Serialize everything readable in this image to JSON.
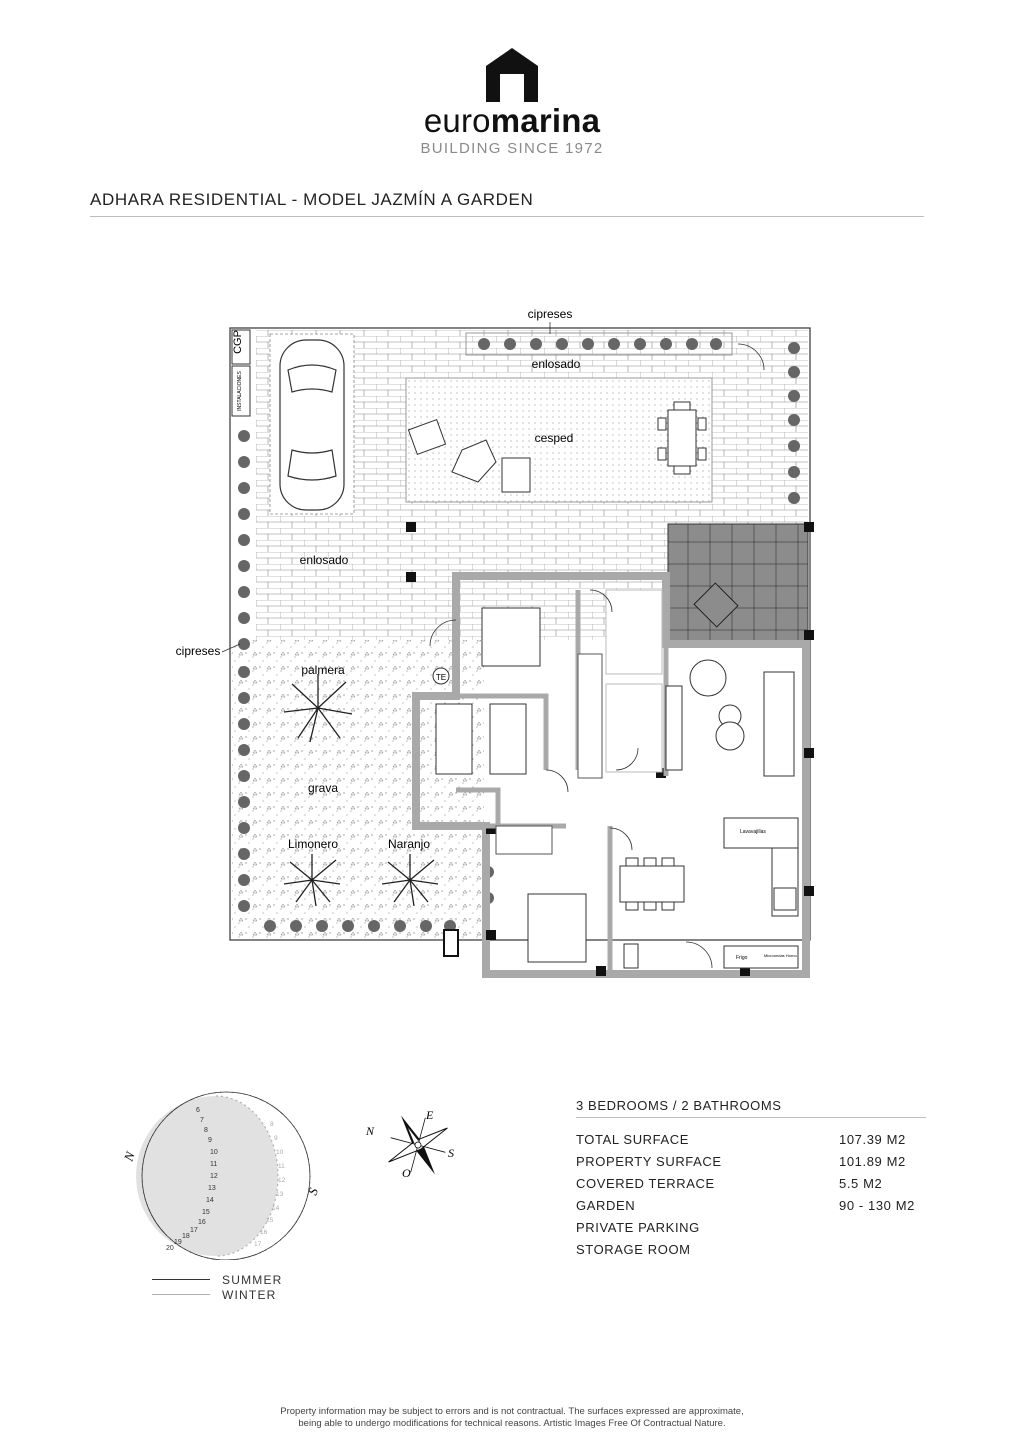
{
  "header": {
    "brand_light": "euro",
    "brand_bold": "marina",
    "tagline": "BUILDING SINCE 1972",
    "title": "ADHARA RESIDENTIAL - MODEL JAZMÍN A GARDEN"
  },
  "plan_labels": {
    "cipreses_top": "cipreses",
    "cipreses_left": "cipreses",
    "enlosado_top": "enlosado",
    "enlosado_mid": "enlosado",
    "cesped": "cesped",
    "palmera": "palmera",
    "grava": "grava",
    "limonero": "Limonero",
    "naranjo": "Naranjo",
    "cgp": "CGP",
    "instalaciones": "INSTALACIONES",
    "te": "TE",
    "lavavajillas": "Lavavajillas",
    "frigo": "Frigo",
    "microondas": "Microondas Horno"
  },
  "compass": {
    "n": "N",
    "e": "E",
    "s": "S",
    "o": "O"
  },
  "sun_diagram": {
    "n": "N",
    "s": "S",
    "summer_hours": [
      "6",
      "7",
      "8",
      "9",
      "10",
      "11",
      "12",
      "13",
      "14",
      "15",
      "16",
      "17",
      "18",
      "19",
      "20"
    ],
    "winter_hours": [
      "8",
      "9",
      "10",
      "11",
      "12",
      "13",
      "14",
      "15",
      "16",
      "17"
    ]
  },
  "legend": {
    "summer": "SUMMER",
    "winter": "WINTER"
  },
  "specs": {
    "heading": "3 BEDROOMS / 2 BATHROOMS",
    "rows": [
      {
        "label": "TOTAL SURFACE",
        "value": "107.39 M2"
      },
      {
        "label": "PROPERTY SURFACE",
        "value": "101.89 M2"
      },
      {
        "label": "COVERED TERRACE",
        "value": "5.5 M2"
      },
      {
        "label": "GARDEN",
        "value": "90 - 130 M2"
      },
      {
        "label": "PRIVATE PARKING",
        "value": ""
      },
      {
        "label": "STORAGE ROOM",
        "value": ""
      }
    ]
  },
  "footer": {
    "disclaimer_1": "Property information may be subject to errors and is not contractual. The surfaces expressed are approximate,",
    "disclaimer_2": "being able to undergo modifications for technical reasons. Artistic Images Free Of Contractual Nature."
  },
  "colors": {
    "summer_line": "#333333",
    "winter_line": "#b0b0b0",
    "terrace": "#8c8c8c",
    "wall": "#a9a9a9"
  }
}
